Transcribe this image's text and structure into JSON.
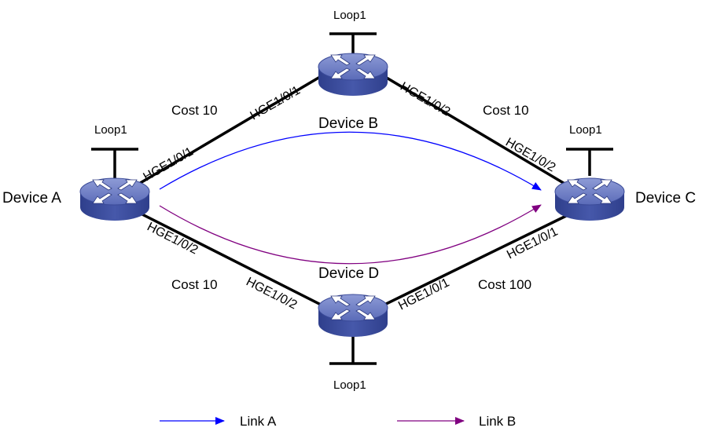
{
  "devices": {
    "a": {
      "name": "Device A",
      "loop": "Loop1"
    },
    "b": {
      "name": "Device B",
      "loop": "Loop1"
    },
    "c": {
      "name": "Device C",
      "loop": "Loop1"
    },
    "d": {
      "name": "Device D",
      "loop": "Loop1"
    }
  },
  "links": {
    "ab": {
      "cost": "Cost 10",
      "port_a": "HGE1/0/1",
      "port_b": "HGE1/0/1"
    },
    "bc": {
      "cost": "Cost 10",
      "port_b": "HGE1/0/2",
      "port_c": "HGE1/0/2"
    },
    "ad": {
      "cost": "Cost 10",
      "port_a": "HGE1/0/2",
      "port_d": "HGE1/0/2"
    },
    "dc": {
      "cost": "Cost 100",
      "port_d": "HGE1/0/1",
      "port_c": "HGE1/0/1"
    }
  },
  "paths": {
    "link_a": {
      "label": "Link A",
      "color": "#0000ff"
    },
    "link_b": {
      "label": "Link B",
      "color": "#800080"
    }
  },
  "colors": {
    "router_top": "#6e7fc6",
    "router_side": "#3d4f9e",
    "cable": "#000000"
  },
  "icons": {
    "router": "router-icon"
  }
}
